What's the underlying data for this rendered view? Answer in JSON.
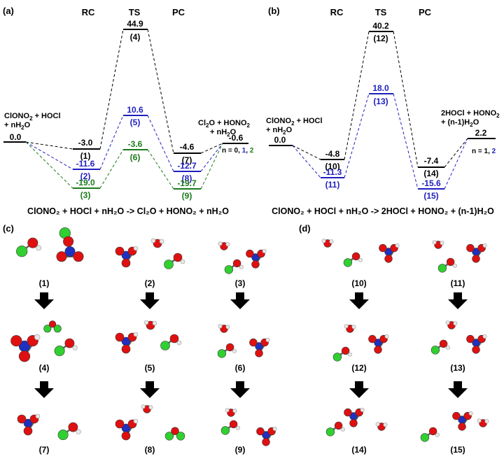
{
  "panels": {
    "a": {
      "label": "(a)",
      "headers": [
        "RC",
        "TS",
        "PC"
      ],
      "reactant_lines": [
        "ClONO",
        "2",
        " + HOCl",
        "+ nH",
        "2",
        "O"
      ],
      "reactant_value": "0.0",
      "product_lines": [
        "Cl",
        "2",
        "O + HONO",
        "2",
        "+ nH",
        "2",
        "O"
      ],
      "product_value": "-0.6",
      "n_label": {
        "prefix": "n = 0, ",
        "n1": "1",
        "sep": ", ",
        "n2": "2"
      },
      "black": {
        "rc": "-3.0",
        "rc_id": "(1)",
        "ts": "44.9",
        "ts_id": "(4)",
        "pc": "-4.6",
        "pc_id": "(7)"
      },
      "blue": {
        "rc": "-11.6",
        "rc_id": "(2)",
        "ts": "10.6",
        "ts_id": "(5)",
        "pc": "-12.7",
        "pc_id": "(8)"
      },
      "green": {
        "rc": "-19.0",
        "rc_id": "(3)",
        "ts": "-3.6",
        "ts_id": "(6)",
        "pc": "-19.7",
        "pc_id": "(9)"
      },
      "equation": "ClONO₂ + HOCl + nH₂O -> Cl₂O + HONO₂ + nH₂O"
    },
    "b": {
      "label": "(b)",
      "headers": [
        "RC",
        "TS",
        "PC"
      ],
      "reactant_value": "0.0",
      "product_lines": [
        "2HOCl + HONO",
        "2",
        "+ (n-1)H",
        "2",
        "O"
      ],
      "product_value": "2.2",
      "n_label": {
        "prefix": "n = 1, ",
        "n2": "2"
      },
      "black": {
        "rc": "-4.8",
        "rc_id": "(10)",
        "ts": "40.2",
        "ts_id": "(12)",
        "pc": "-7.4",
        "pc_id": "(14)"
      },
      "blue": {
        "rc": "-11.3",
        "rc_id": "(11)",
        "ts": "18.0",
        "ts_id": "(13)",
        "pc": "-15.6",
        "pc_id": "(15)"
      },
      "equation": "ClONO₂ + HOCl + nH₂O -> 2HOCl + HONO₂ + (n-1)H₂O"
    },
    "c": {
      "label": "(c)",
      "structure_ids": [
        "(1)",
        "(2)",
        "(3)",
        "(4)",
        "(5)",
        "(6)",
        "(7)",
        "(8)",
        "(9)"
      ]
    },
    "d": {
      "label": "(d)",
      "structure_ids": [
        "(10)",
        "(11)",
        "(12)",
        "(13)",
        "(14)",
        "(15)"
      ]
    }
  },
  "colors": {
    "black": "#000000",
    "blue": "#1f1fbf",
    "green": "#1a7a1a",
    "O": "#e01010",
    "N": "#2030c0",
    "Cl": "#30d030",
    "H": "#e8e8e8"
  }
}
